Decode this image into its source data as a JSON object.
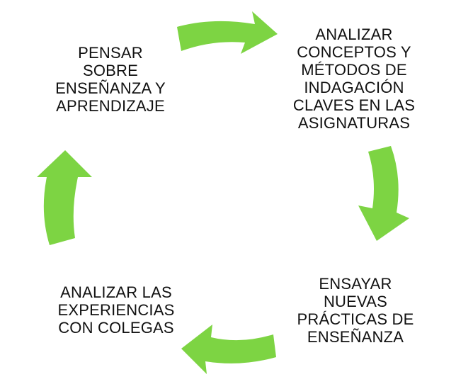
{
  "diagram": {
    "arrow_color": "#7dd443",
    "text_color": "#111111",
    "steps": [
      {
        "text": "PENSAR\nSOBRE\nENSEÑANZA Y\nAPRENDIZAJE"
      },
      {
        "text": "ANALIZAR\nCONCEPTOS Y\nMÉTODOS DE\nINDAGACIÓN\nCLAVES EN LAS\nASIGNATURAS"
      },
      {
        "text": "ENSAYAR\nNUEVAS\nPRÁCTICAS DE\nENSEÑANZA"
      },
      {
        "text": "ANALIZAR LAS\nEXPERIENCIAS\nCON COLEGAS"
      }
    ]
  }
}
